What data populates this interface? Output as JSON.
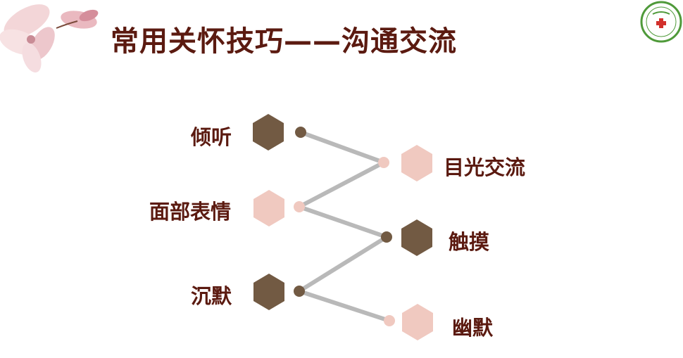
{
  "title": "常用关怀技巧——沟通交流",
  "colors": {
    "dark_hex": "#725a43",
    "light_hex": "#f0c9c0",
    "line": "#b9b9b9",
    "text": "#5b1a10"
  },
  "items_left": [
    {
      "label": "倾听",
      "shade": "dark"
    },
    {
      "label": "面部表情",
      "shade": "light"
    },
    {
      "label": "沉默",
      "shade": "dark"
    }
  ],
  "items_right": [
    {
      "label": "目光交流",
      "shade": "light"
    },
    {
      "label": "触摸",
      "shade": "dark"
    },
    {
      "label": "幽默",
      "shade": "light"
    }
  ],
  "decor": {
    "top_left": "magnolia-flower-decoration",
    "top_right": "hospital-logo-icon"
  }
}
